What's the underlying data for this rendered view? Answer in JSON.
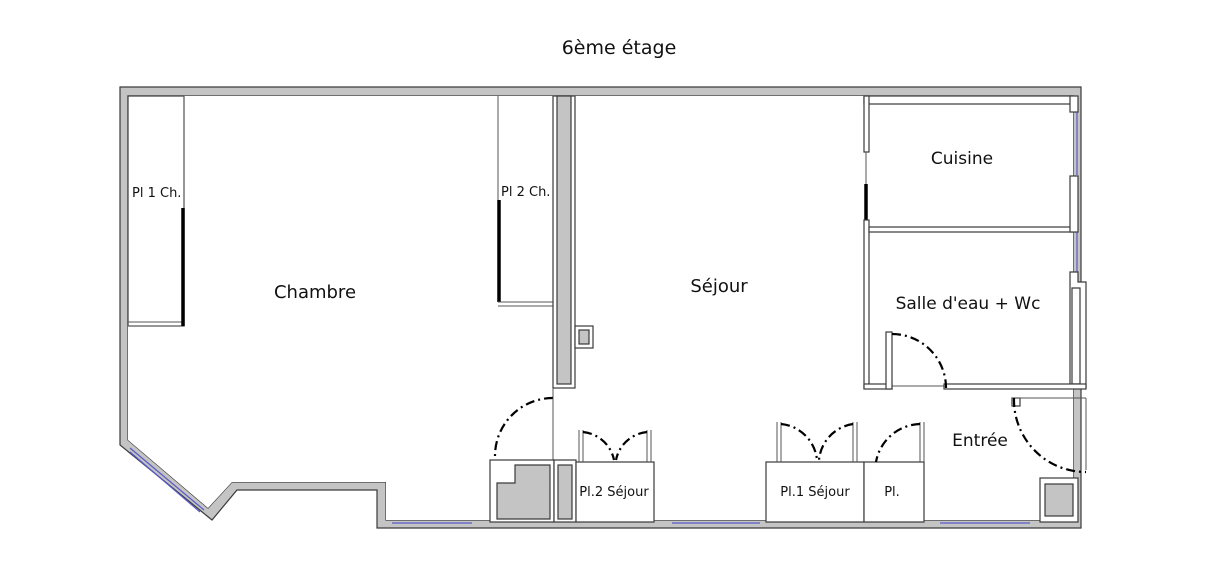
{
  "title": "6ème étage",
  "rooms": {
    "chambre": "Chambre",
    "sejour": "Séjour",
    "cuisine": "Cuisine",
    "salle_eau": "Salle d'eau + Wc",
    "entree": "Entrée",
    "pl1_ch": "Pl 1 Ch.",
    "pl2_ch": "Pl 2 Ch.",
    "pl2_sejour": "Pl.2 Séjour",
    "pl1_sejour": "Pl.1 Séjour",
    "pl": "Pl."
  },
  "colors": {
    "wall_outline": "#3a3a3a",
    "wall_fill": "#c4c4c4",
    "window": "#5a5ac8",
    "door": "#000000"
  }
}
